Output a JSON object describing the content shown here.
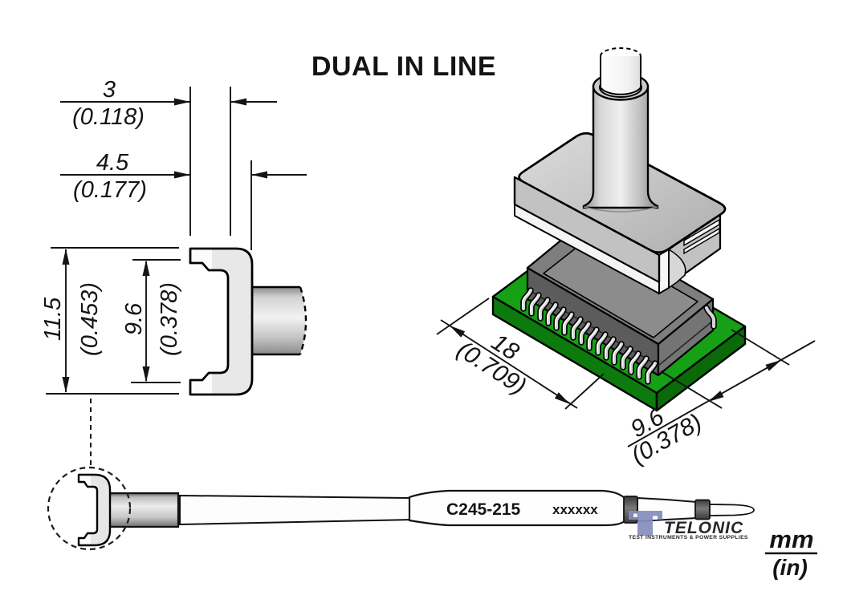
{
  "title": "DUAL IN LINE",
  "dimensions": {
    "slot_width": {
      "mm": "3",
      "in": "(0.118)"
    },
    "tip_depth": {
      "mm": "4.5",
      "in": "(0.177)"
    },
    "outer_height": {
      "mm": "11.5",
      "in": "(0.453)"
    },
    "inner_height": {
      "mm": "9.6",
      "in": "(0.378)"
    },
    "package_length": {
      "mm": "18",
      "in": "(0.709)"
    },
    "package_width": {
      "mm": "9.6",
      "in": "(0.378)"
    }
  },
  "cartridge": {
    "model": "C245-215",
    "marking": "xxxxxx"
  },
  "units_legend": {
    "metric": "mm",
    "imperial": "(in)"
  },
  "logo": {
    "name": "TELONIC",
    "tagline": "TEST INSTRUMENTS & POWER SUPPLIES",
    "color": "#a2a8d4"
  },
  "colors": {
    "pcb_top": "#15a015",
    "pcb_side": "#0c7a0c",
    "chip_body": "#6e6e6e",
    "metal": "#d9d9d9",
    "outline": "#111111"
  }
}
